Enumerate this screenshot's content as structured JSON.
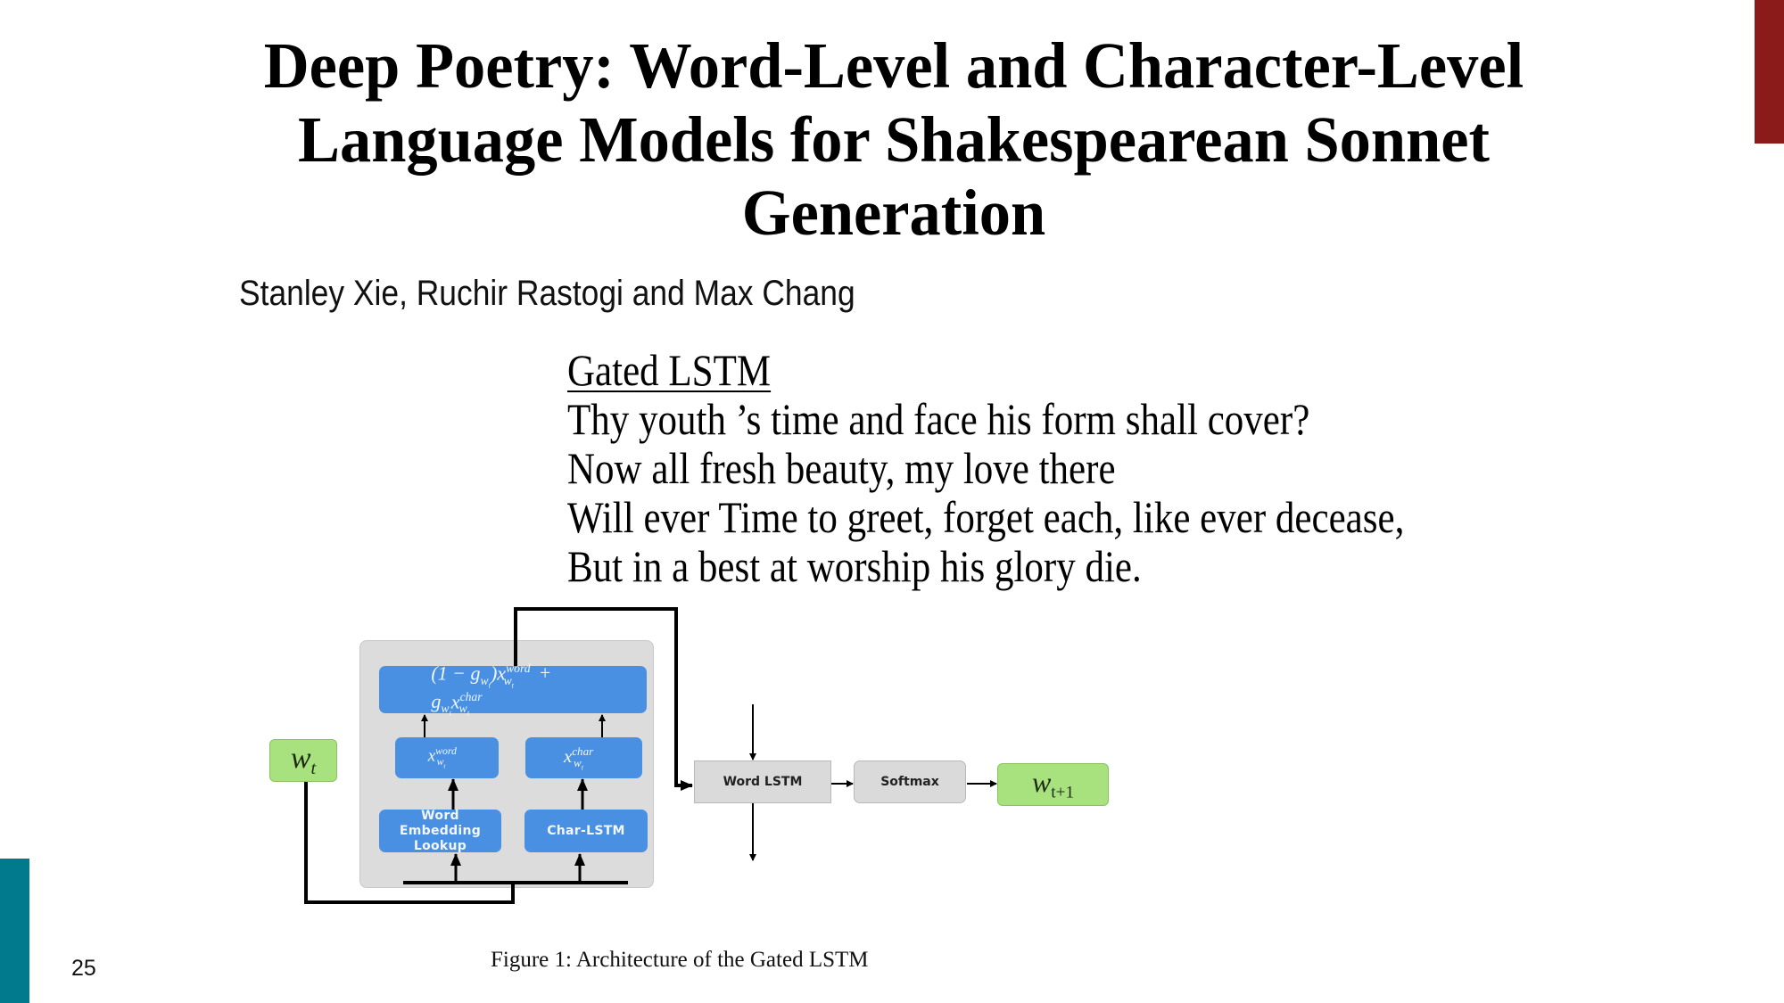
{
  "slide": {
    "page_number": "25",
    "accent_colors": {
      "top_right_bar": "#8b1a1a",
      "bottom_left_bar": "#007a8c"
    }
  },
  "paper": {
    "title_lines": [
      "Deep Poetry:  Word-Level and Character-Level",
      "Language Models for Shakespearean Sonnet",
      "Generation"
    ],
    "authors": "Stanley Xie, Ruchir Rastogi and Max Chang"
  },
  "poem": {
    "heading": "Gated LSTM",
    "lines": [
      "Thy youth ’s time and face his form shall cover?",
      "Now all fresh beauty, my love there",
      "Will ever Time to greet, forget each, like ever decease,",
      "But in a best at worship his glory die."
    ]
  },
  "figure": {
    "caption": "Figure 1: Architecture of the Gated LSTM",
    "nodes": {
      "input": {
        "base": "w",
        "sub": "t"
      },
      "output": {
        "base": "w",
        "sub": "t+1"
      },
      "gate_formula": {
        "prefix": "(1 − g",
        "g_sub": "w",
        "g_subsub": "t",
        "x": "x",
        "word_sup": "word",
        "plus": " + g",
        "char_sup": "char"
      },
      "x_word": {
        "base": "x",
        "sup": "word",
        "sub": "w",
        "subsub": "t"
      },
      "x_char": {
        "base": "x",
        "sup": "char",
        "sub": "w",
        "subsub": "t"
      },
      "word_embedding": "Word Embedding Lookup",
      "char_lstm": "Char-LSTM",
      "word_lstm": "Word LSTM",
      "softmax": "Softmax"
    },
    "colors": {
      "blue_box": "#4a90e2",
      "green_box": "#a8e27f",
      "gray_panel": "#dcdcdc"
    }
  }
}
